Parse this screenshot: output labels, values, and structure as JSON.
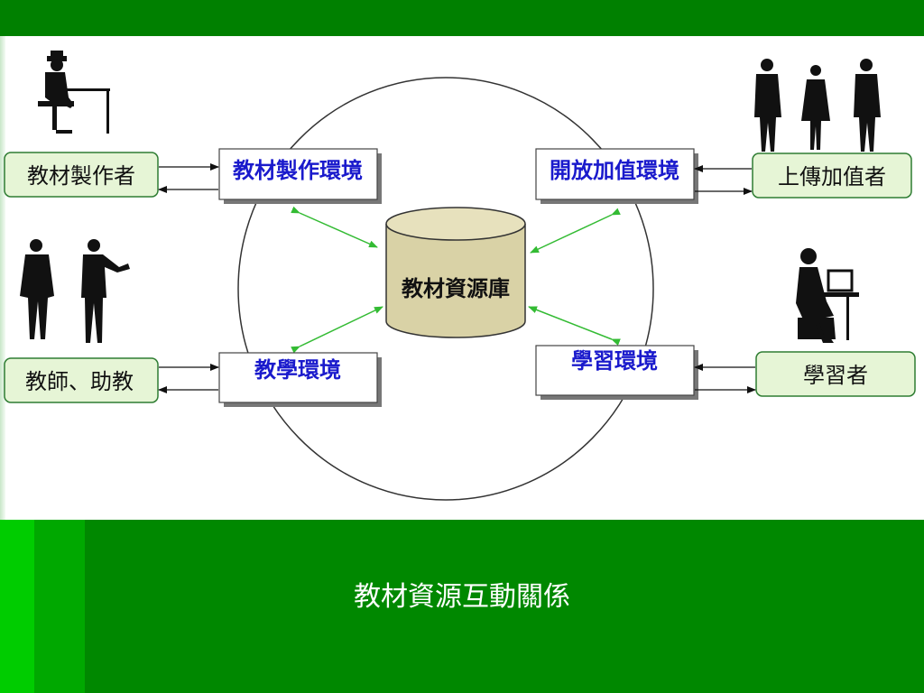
{
  "diagram": {
    "center": "教材資源庫",
    "environments": {
      "production": "教材製作環境",
      "value_added": "開放加值環境",
      "teaching": "教學環境",
      "learning": "學習環境"
    },
    "actors": {
      "producer": "教材製作者",
      "uploader": "上傳加值者",
      "teacher": "教師、助教",
      "learner": "學習者"
    }
  },
  "caption": "教材資源互動關係",
  "colors": {
    "header_green": "#008000",
    "footer_green": "#008800",
    "actor_box_fill": "#e6f5d6",
    "actor_box_border": "#2e7d32",
    "env_text_blue": "#1a1acc",
    "database_fill": "#d9d2a6",
    "connector_green": "#33bb33"
  }
}
